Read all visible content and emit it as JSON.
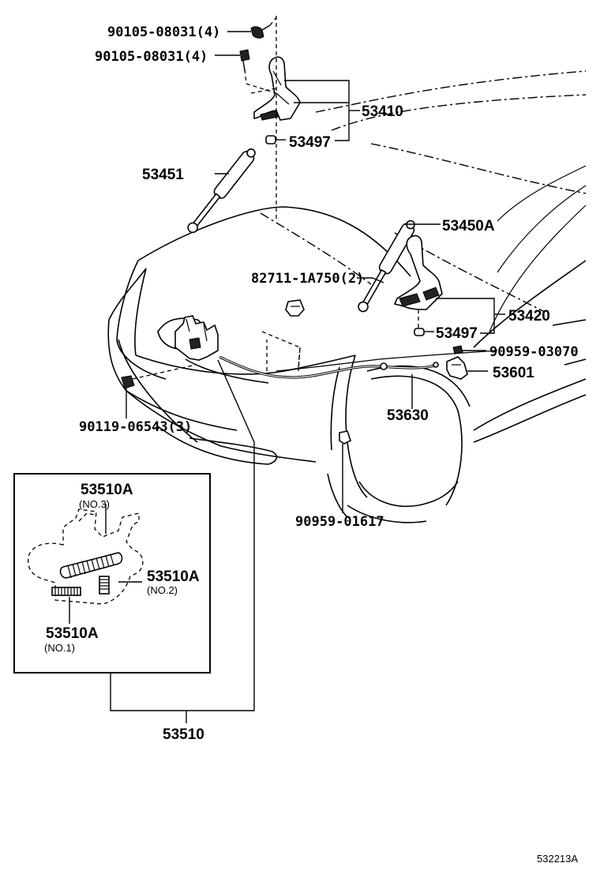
{
  "labels": {
    "bolt_upper": "90105-08031(4)",
    "bolt_lower": "90105-08031(4)",
    "hinge_left": "53410",
    "stopper_left": "53497",
    "support_left": "53451",
    "support_right": "53450A",
    "clip": "82711-1A750(2)",
    "hinge_right": "53420",
    "stopper_right": "53497",
    "clamp_right": "90959-03070",
    "lever": "53601",
    "bolt_lock": "90119-06543(3)",
    "cable": "53630",
    "clamp_lower": "90959-01617",
    "lock_assy": "53510",
    "inset_no3": "53510A",
    "inset_no3_sub": "(NO.3)",
    "inset_no2": "53510A",
    "inset_no2_sub": "(NO.2)",
    "inset_no1": "53510A",
    "inset_no1_sub": "(NO.1)"
  },
  "reference": "532213A"
}
